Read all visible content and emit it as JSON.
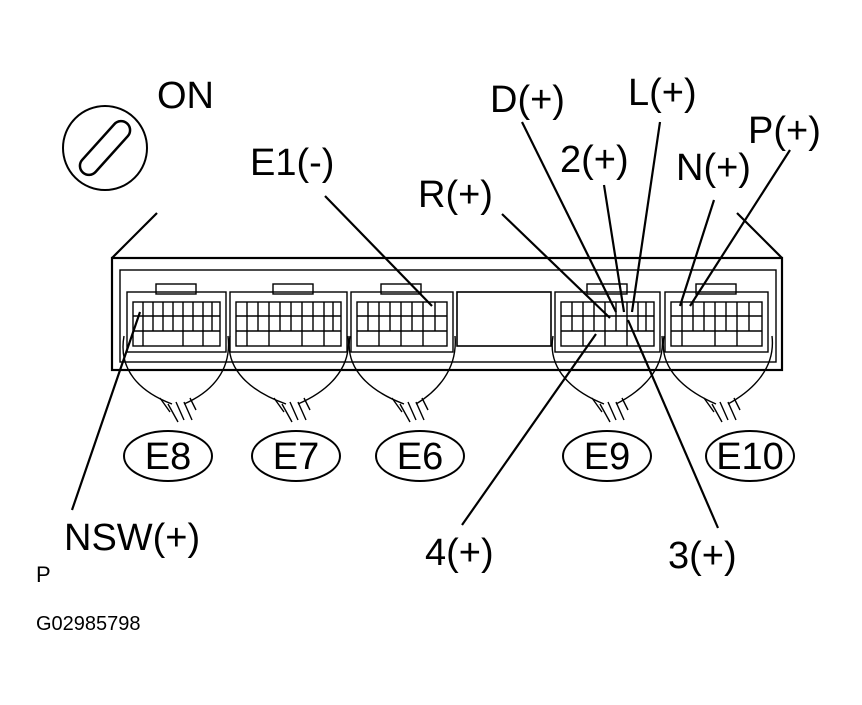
{
  "ignition": {
    "label": "ON"
  },
  "connectors": [
    {
      "id": "E8",
      "label": "E8"
    },
    {
      "id": "E7",
      "label": "E7"
    },
    {
      "id": "E6",
      "label": "E6"
    },
    {
      "id": "E9",
      "label": "E9"
    },
    {
      "id": "E10",
      "label": "E10"
    }
  ],
  "terminals": {
    "e1": "E1(-)",
    "r": "R(+)",
    "d": "D(+)",
    "two": "2(+)",
    "l": "L(+)",
    "n": "N(+)",
    "p": "P(+)",
    "nsw": "NSW(+)",
    "four": "4(+)",
    "three": "3(+)"
  },
  "position_label": "P",
  "figure_code": "G02985798"
}
